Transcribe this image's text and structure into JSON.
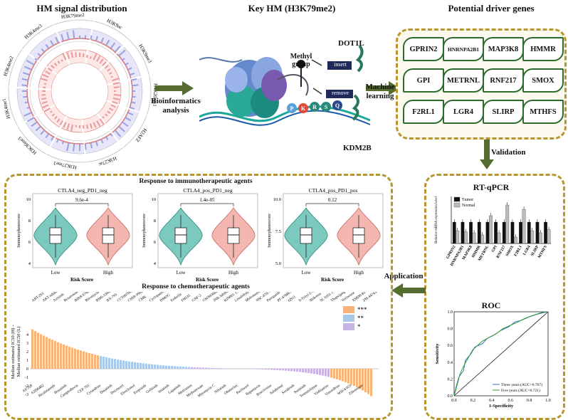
{
  "titles": {
    "hm_signal": "HM signal distribution",
    "key_hm": "Key HM (H3K79me2)",
    "drivers": "Potential driver genes"
  },
  "arrows": {
    "bioinformatics": "Bioinformatics\nanalysis",
    "machine_learning": "Machine\nlearning",
    "validation": "Validation",
    "application": "Application"
  },
  "circos_labels": [
    "H3K9ac",
    "H3K9me3",
    "H4K20me1",
    "H2AFZ",
    "H3K27ac",
    "H3K27me3",
    "H3K36me3",
    "H3K4me1",
    "H3K4me2",
    "H3K4me3",
    "H3K79me2"
  ],
  "nucleosome": {
    "dot1l": "DOT1L",
    "kdm2b": "KDM2B",
    "methyl": "Methyl\ngroup",
    "insert": "insert",
    "remove": "remove",
    "residues": [
      "P",
      "K",
      "R",
      "S",
      "Q"
    ]
  },
  "genes": [
    "GPRIN2",
    "HNRNPA2B1",
    "MAP3K8",
    "HMMR",
    "GPI",
    "METRNL",
    "RNF217",
    "SMOX",
    "F2RL1",
    "LGR4",
    "SLIRP",
    "MTHFS"
  ],
  "immuno": {
    "title": "Response to immunotherapeutic agents",
    "ylabel": "Immunophenoscore",
    "xlabel": "Risk Score",
    "groups": [
      "Low",
      "High"
    ],
    "panels": [
      {
        "title": "CTLA4_neg_PD1_neg",
        "p": "9.6e-4",
        "yticks": [
          "10",
          "8",
          "6",
          "4"
        ]
      },
      {
        "title": "CTLA4_pos_PD1_neg",
        "p": "1.4e-05",
        "yticks": [
          "10",
          "8",
          "6",
          "4"
        ]
      },
      {
        "title": "CTLA4_pos_PD1_pos",
        "p": "0.12",
        "yticks": [
          "10.0",
          "7.5",
          "5.0"
        ]
      }
    ]
  },
  "chemo": {
    "title": "Response to chemotherapeutic agents",
    "ylabel": "Median estimated IC50 (H) –\nMedian estimated IC50 (L)",
    "legend": [
      "***",
      "**",
      "*"
    ],
    "yticks": [
      "4",
      "3",
      "2",
      "1",
      "0",
      "-1",
      "-2",
      "-3"
    ],
    "top_drugs": [
      "ABT-263",
      "AKT inhibitor VIII",
      "Axitinib",
      "Bexarotene",
      "BIRB 0796",
      "Bleomycin",
      "BMS-536924",
      "BX-795",
      "CCT007093",
      "CHIR-99021",
      "CMK",
      "Cyclopamine",
      "DMOG",
      "Embelin",
      "FH535",
      "GNF-2",
      "GW843682X",
      "JNK Inhibitor VIII",
      "KIN001-135",
      "Lenalidomide",
      "Midostaurin",
      "NSC-87877",
      "Pazopanib",
      "PF-4708671",
      "QS11",
      "S-Trityl-L-cysteine",
      "Shikonin",
      "SL 0101-1",
      "Thapsigargin",
      "Vorinostat",
      "XMD8-85",
      "ZM-447439"
    ],
    "bottom_drugs": [
      "AICAR",
      "AZD6482",
      "Bicalutamide",
      "Bosutinib",
      "Camptothecin",
      "CEP-701",
      "Cytarabine",
      "Dasatinib",
      "Docetaxel",
      "Elesclomol",
      "Etoposide",
      "Gefitinib",
      "Imatinib",
      "Lapatinib",
      "Metformin",
      "Methotrexate",
      "Mitomycin C",
      "Nilotinib",
      "Obatoclax",
      "Paclitaxel",
      "Rapamycin",
      "Roscovitine",
      "Salubrinal",
      "Sorafenib",
      "Sunitinib",
      "Temsirolimus",
      "Vinblastine",
      "Vinorelbine",
      "WH-4-023",
      "Zibotentan"
    ]
  },
  "chart_data": [
    {
      "type": "bar",
      "title": "RT-qPCR",
      "ylabel": "Relative mRNA expression level",
      "categories": [
        "GPRIN2",
        "HNRNPA2B1",
        "MAP3K8",
        "HMMR",
        "METRNL",
        "GPI",
        "RNF217",
        "SMOX",
        "F2RL1",
        "LGR4",
        "SLIRP",
        "MTHFS"
      ],
      "series": [
        {
          "name": "Tumor",
          "color": "#111111",
          "values": [
            1.0,
            1.0,
            1.0,
            1.0,
            1.0,
            1.0,
            1.0,
            1.0,
            1.0,
            1.0,
            1.0,
            1.0
          ]
        },
        {
          "name": "Normal",
          "color": "#bbbbbb",
          "values": [
            0.6,
            0.55,
            0.5,
            0.4,
            1.3,
            0.5,
            1.8,
            0.3,
            1.6,
            0.6,
            0.5,
            0.65
          ]
        }
      ],
      "ylim": [
        0,
        2.2
      ]
    },
    {
      "type": "line",
      "title": "ROC",
      "xlabel": "1-Specificity",
      "ylabel": "Sensitivity",
      "xticks": [
        "0.0",
        "0.2",
        "0.4",
        "0.6",
        "0.8",
        "1.0"
      ],
      "yticks": [
        "0.0",
        "0.2",
        "0.4",
        "0.6",
        "0.8",
        "1.0"
      ],
      "series": [
        {
          "name": "Three years (AUC=0.707)",
          "color": "#3a6fc4",
          "x": [
            0,
            0.02,
            0.05,
            0.1,
            0.12,
            0.18,
            0.22,
            0.3,
            0.35,
            0.42,
            0.5,
            0.58,
            0.65,
            0.72,
            0.8,
            0.88,
            0.95,
            1.0
          ],
          "y": [
            0,
            0.1,
            0.22,
            0.3,
            0.42,
            0.5,
            0.58,
            0.62,
            0.68,
            0.72,
            0.78,
            0.82,
            0.88,
            0.9,
            0.94,
            0.97,
            0.99,
            1.0
          ]
        },
        {
          "name": "Five years (AUC=0.721)",
          "color": "#2e9e2e",
          "x": [
            0,
            0.03,
            0.06,
            0.1,
            0.15,
            0.2,
            0.25,
            0.3,
            0.38,
            0.45,
            0.52,
            0.6,
            0.68,
            0.75,
            0.82,
            0.9,
            0.96,
            1.0
          ],
          "y": [
            0,
            0.12,
            0.25,
            0.35,
            0.45,
            0.55,
            0.6,
            0.65,
            0.7,
            0.74,
            0.8,
            0.84,
            0.88,
            0.92,
            0.95,
            0.98,
            1.0,
            1.0
          ]
        }
      ],
      "xlim": [
        0,
        1
      ],
      "ylim": [
        0,
        1
      ]
    }
  ]
}
